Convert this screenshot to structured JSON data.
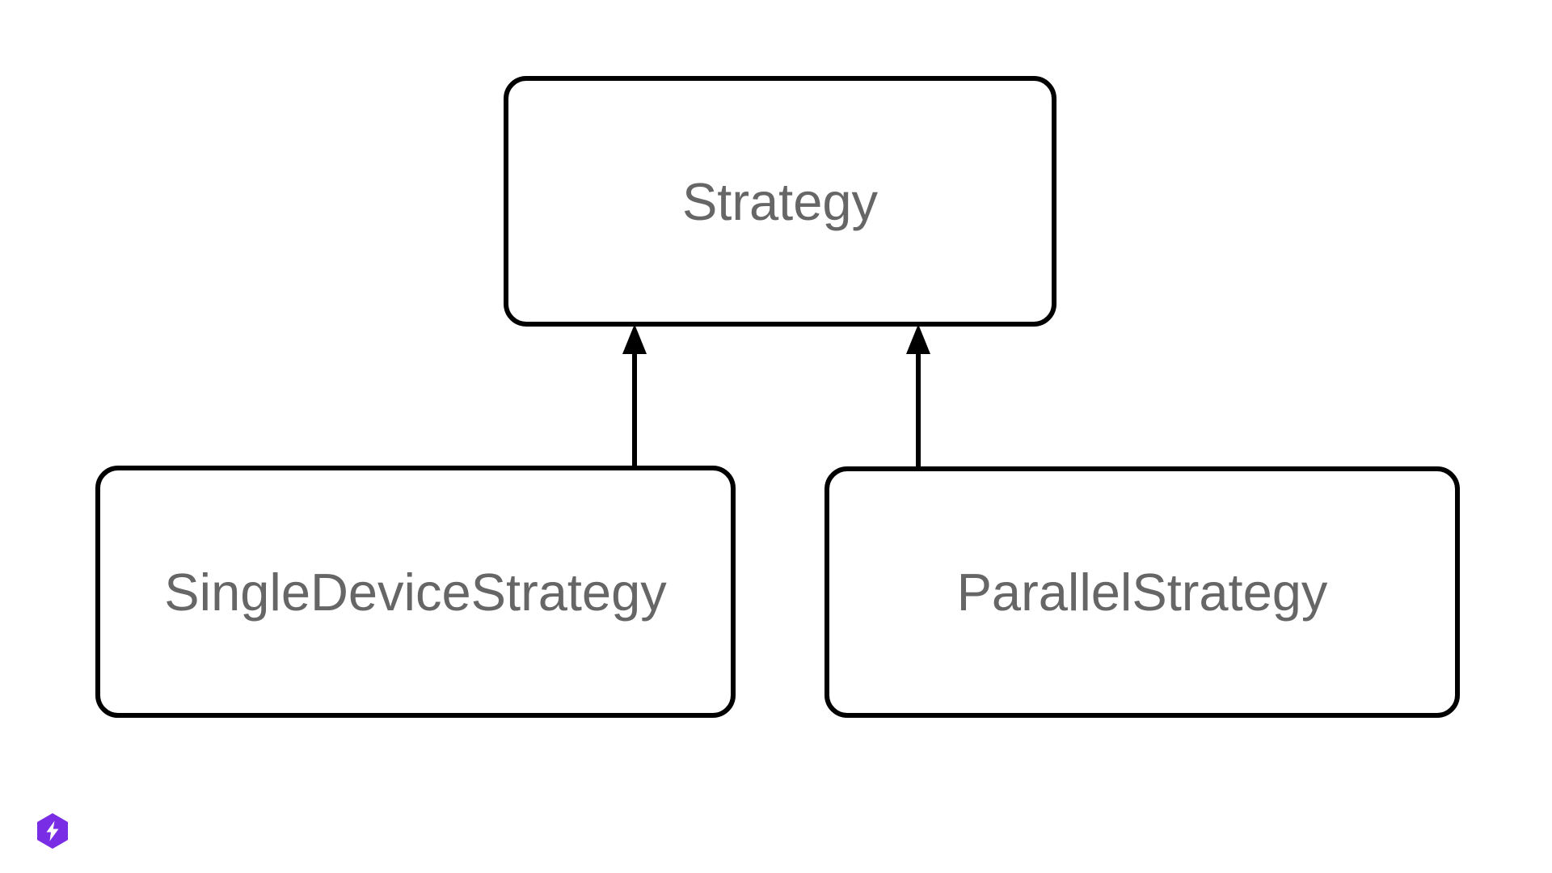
{
  "diagram": {
    "type": "class-inheritance-flowchart",
    "background_color": "#ffffff",
    "node_border_color": "#000000",
    "node_fill_color": "#ffffff",
    "node_text_color": "#666666",
    "arrow_color": "#000000",
    "nodes": [
      {
        "id": "strategy",
        "label": "Strategy"
      },
      {
        "id": "single-device-strategy",
        "label": "SingleDeviceStrategy"
      },
      {
        "id": "parallel-strategy",
        "label": "ParallelStrategy"
      }
    ],
    "edges": [
      {
        "from": "SingleDeviceStrategy",
        "to": "Strategy",
        "style": "solid-line-filled-arrowhead-up"
      },
      {
        "from": "ParallelStrategy",
        "to": "Strategy",
        "style": "solid-line-filled-arrowhead-up"
      }
    ]
  },
  "branding": {
    "logo_icon": "lightning-bolt-hexagon-icon",
    "logo_color": "#792EE5",
    "bolt_color": "#ffffff"
  }
}
